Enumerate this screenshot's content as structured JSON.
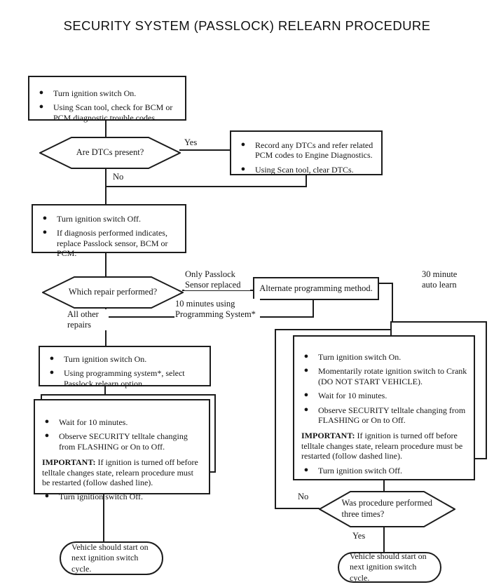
{
  "title": "SECURITY SYSTEM (PASSLOCK) RELEARN PROCEDURE",
  "colors": {
    "line": "#1c1c1c",
    "background": "#ffffff"
  },
  "nodes": {
    "check_dtc": {
      "items": [
        "Turn ignition switch On.",
        "Using Scan tool, check for BCM or PCM diagnostic trouble codes."
      ]
    },
    "dtc_present": {
      "label": "Are DTCs present?",
      "yes": "Yes",
      "no": "No"
    },
    "record_dtcs": {
      "items": [
        "Record any DTCs and refer related PCM codes to Engine Diagnostics.",
        "Using Scan tool, clear DTCs."
      ]
    },
    "ignition_off": {
      "items": [
        "Turn ignition switch Off.",
        "If diagnosis performed indicates, replace Passlock sensor, BCM or PCM."
      ]
    },
    "which_repair": {
      "label": "Which repair performed?",
      "branch_right": "Only Passlock Sensor replaced",
      "branch_down": "All other repairs",
      "return_label": "10 minutes using Programming System*"
    },
    "alternate_method": {
      "label": "Alternate programming method.",
      "right_label": "30 minute auto learn"
    },
    "left_relearn": {
      "items": [
        "Turn ignition switch On.",
        "Using programming system*, select Passlock relearn option."
      ]
    },
    "left_wait": {
      "items": [
        "Wait for 10 minutes.",
        "Observe SECURITY telltale changing from FLASHING or On to Off."
      ],
      "important_label": "IMPORTANT:",
      "important_text": " If ignition is turned off before telltale changes state, relearn procedure must be restarted (follow dashed line).",
      "items2": [
        "Turn ignition switch Off."
      ]
    },
    "right_procedure": {
      "items": [
        "Turn ignition switch On.",
        "Momentarily rotate ignition switch to Crank (DO NOT START VEHICLE).",
        "Wait for 10 minutes.",
        "Observe SECURITY telltale changing from FLASHING or On to Off."
      ],
      "important_label": "IMPORTANT:",
      "important_text": " If ignition is turned off before telltale changes state, relearn procedure must be restarted (follow dashed line).",
      "items2": [
        "Turn ignition switch Off."
      ]
    },
    "three_times": {
      "label": "Was procedure performed three times?",
      "no": "No",
      "yes": "Yes"
    },
    "left_end": {
      "label": "Vehicle should start on next ignition switch cycle."
    },
    "right_end": {
      "label": "Vehicle should start on next ignition switch cycle."
    }
  }
}
